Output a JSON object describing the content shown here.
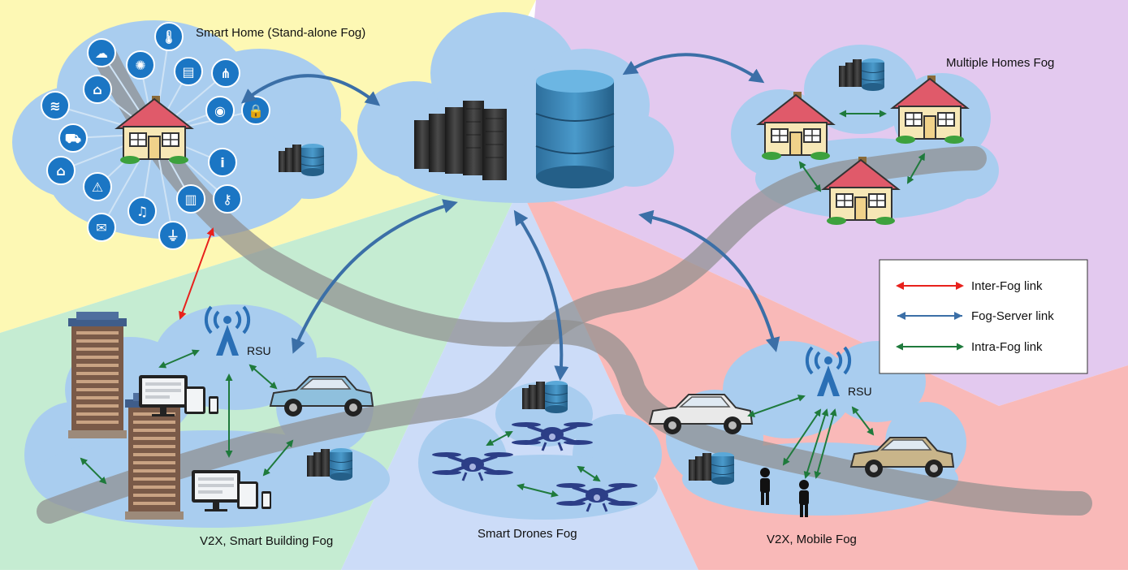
{
  "colors": {
    "smart_home_region": "#fdf8b4",
    "multi_home_region": "#e3c9ef",
    "building_region": "#c5ecd2",
    "drones_region": "#ccdcf8",
    "mobile_region": "#f9b9b8",
    "cloud": "#a9cdef",
    "road": "#8f8f8f",
    "inter_fog": "#e8211c",
    "fog_server": "#3b6fa7",
    "intra_fog": "#1f7a3c",
    "icon_blue": "#1b76c4",
    "drone": "#2c3e87"
  },
  "labels": {
    "smart_home": "Smart Home (Stand-alone Fog)",
    "multiple_homes": "Multiple Homes Fog",
    "smart_building": "V2X, Smart Building Fog",
    "smart_drones": "Smart Drones Fog",
    "mobile_fog": "V2X, Mobile Fog",
    "rsu_left": "RSU",
    "rsu_right": "RSU"
  },
  "legend": {
    "items": [
      {
        "label": "Inter-Fog link",
        "color": "#e8211c"
      },
      {
        "label": "Fog-Server link",
        "color": "#3b6fa7"
      },
      {
        "label": "Intra-Fog link",
        "color": "#1f7a3c"
      }
    ]
  },
  "icons": {
    "smart_home_devices": [
      "cloud-weather-icon",
      "bulb-icon",
      "thermometer-icon",
      "window-blinds-icon",
      "sensor-icon",
      "eye-icon",
      "lock-icon",
      "info-icon",
      "key-icon",
      "chart-icon",
      "plug-icon",
      "music-icon",
      "mail-icon",
      "alarm-icon",
      "home-icon",
      "camera-icon",
      "wifi-icon",
      "router-icon"
    ]
  }
}
